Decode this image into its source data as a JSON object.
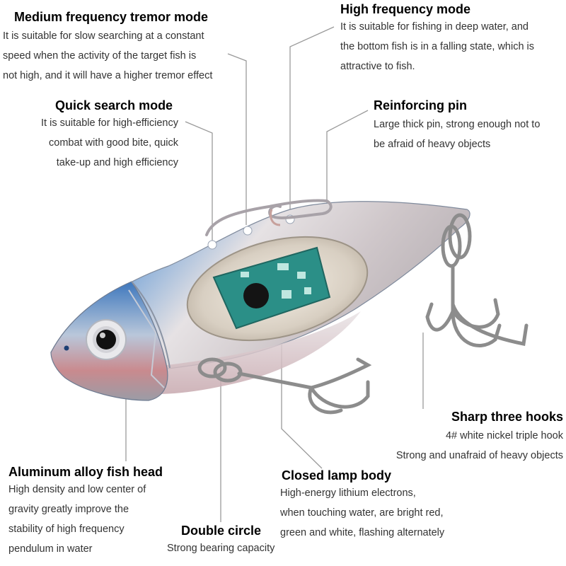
{
  "labels": {
    "medium": {
      "title": "Medium frequency tremor mode",
      "lines": [
        "It is suitable for slow searching at a constant",
        "speed when the activity of the target fish is",
        "not high, and it will have a higher tremor effect"
      ]
    },
    "high": {
      "title": "High frequency mode",
      "lines": [
        "It is suitable for fishing in deep water, and",
        "the bottom fish is in a falling state, which is",
        "attractive to fish."
      ]
    },
    "quick": {
      "title": "Quick search mode",
      "lines": [
        "It is suitable for high-efficiency",
        "combat with good bite, quick",
        "take-up and high efficiency"
      ]
    },
    "pin": {
      "title": "Reinforcing pin",
      "lines": [
        "Large thick pin, strong enough not to",
        "be afraid of heavy objects"
      ]
    },
    "hooks": {
      "title": "Sharp three hooks",
      "lines": [
        "4# white nickel triple hook",
        "Strong and unafraid of heavy objects"
      ]
    },
    "head": {
      "title": "Aluminum alloy fish head",
      "lines": [
        "High density and low center of",
        "gravity greatly improve the",
        "stability of high frequency",
        "pendulum in water"
      ]
    },
    "lamp": {
      "title": "Closed lamp body",
      "lines": [
        "High-energy lithium electrons,",
        "when touching water, are bright red,",
        "green and white, flashing alternately"
      ]
    },
    "double": {
      "title": "Double circle",
      "lines": [
        "Strong bearing capacity"
      ]
    }
  },
  "colors": {
    "leader_line": "#9a9a9a",
    "body_blue": "#2f6fb8",
    "body_silver": "#d9d4d6",
    "body_pink": "#c98a8e",
    "circuit_green": "#2b8f87"
  }
}
